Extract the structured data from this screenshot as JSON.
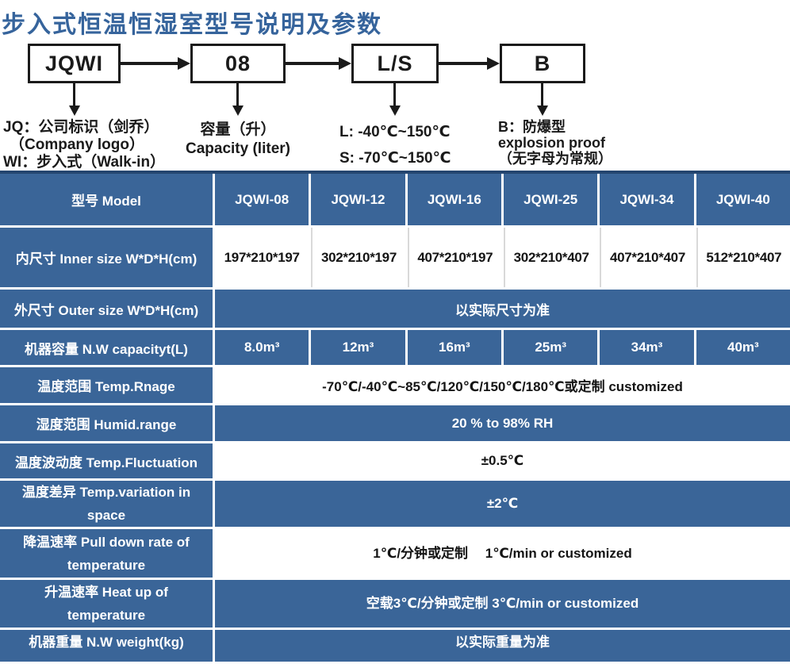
{
  "title": "步入式恒温恒湿室型号说明及参数",
  "diagram": {
    "boxes": {
      "company": "JQWI",
      "capacity": "08",
      "temp": "L/S",
      "explosion": "B"
    },
    "notes": {
      "company": [
        "JQ：公司标识（剑乔）",
        "（Company logo）",
        "WI：步入式（Walk-in）"
      ],
      "capacity": [
        "容量（升）",
        "Capacity (liter)"
      ],
      "temp": [
        "L: -40℃~150℃",
        "S: -70℃~150℃"
      ],
      "explosion": [
        "B：防爆型",
        "explosion proof",
        "（无字母为常规）"
      ]
    }
  },
  "table": {
    "header": {
      "label": "型号 Model",
      "models": [
        "JQWI-08",
        "JQWI-12",
        "JQWI-16",
        "JQWI-25",
        "JQWI-34",
        "JQWI-40"
      ]
    },
    "rows": [
      {
        "label": "内尺寸 Inner size W*D*H(cm)",
        "values": [
          "197*210*197",
          "302*210*197",
          "407*210*197",
          "302*210*407",
          "407*210*407",
          "512*210*407"
        ]
      },
      {
        "label": "外尺寸 Outer size W*D*H(cm)",
        "value": "以实际尺寸为准"
      },
      {
        "label": "机器容量 N.W capacityt(L)",
        "values": [
          "8.0m³",
          "12m³",
          "16m³",
          "25m³",
          "34m³",
          "40m³"
        ]
      },
      {
        "label": "温度范围 Temp.Rnage",
        "value": "-70℃/-40℃~85℃/120℃/150℃/180℃或定制 customized"
      },
      {
        "label": "湿度范围 Humid.range",
        "value": "20 % to 98% RH"
      },
      {
        "label": "温度波动度 Temp.Fluctuation",
        "value": "±0.5℃"
      },
      {
        "label": "温度差异 Temp.variation in space",
        "value": "±2℃"
      },
      {
        "label": "降温速率 Pull down rate of temperature",
        "value": "1℃/分钟或定制　 1℃/min or customized"
      },
      {
        "label": "升温速率 Heat up of temperature",
        "value": "空载3℃/分钟或定制 3℃/min or customized"
      },
      {
        "label": "机器重量 N.W weight(kg)",
        "value": "以实际重量为准"
      }
    ]
  },
  "colors": {
    "blue": "#3A6598",
    "navy_border": "#24456F",
    "title_blue": "#36649C"
  }
}
